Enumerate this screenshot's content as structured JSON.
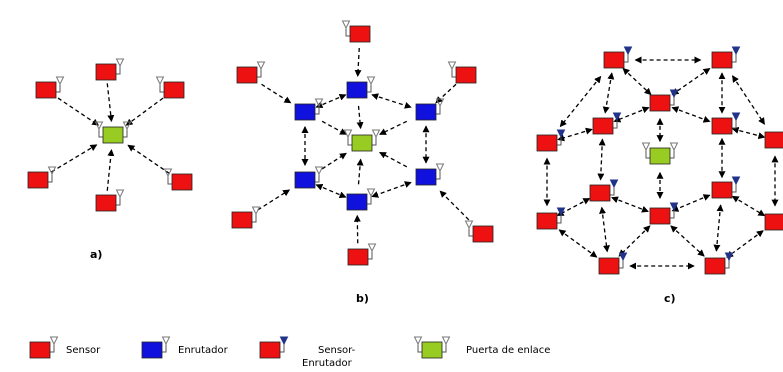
{
  "labels": {
    "a": "a)",
    "b": "b)",
    "c": "c)"
  },
  "legend": {
    "sensor": "Sensor",
    "router": "Enrutador",
    "sensor_router_line1": "Sensor-",
    "sensor_router_line2": "Enrutador",
    "gateway": "Puerta de enlace"
  },
  "colors": {
    "sensor": "#ee1111",
    "router": "#1111dd",
    "gateway": "#99cc22",
    "antenna_gray": "#777777",
    "antenna_blue": "#22338a",
    "arrow": "#000000"
  }
}
